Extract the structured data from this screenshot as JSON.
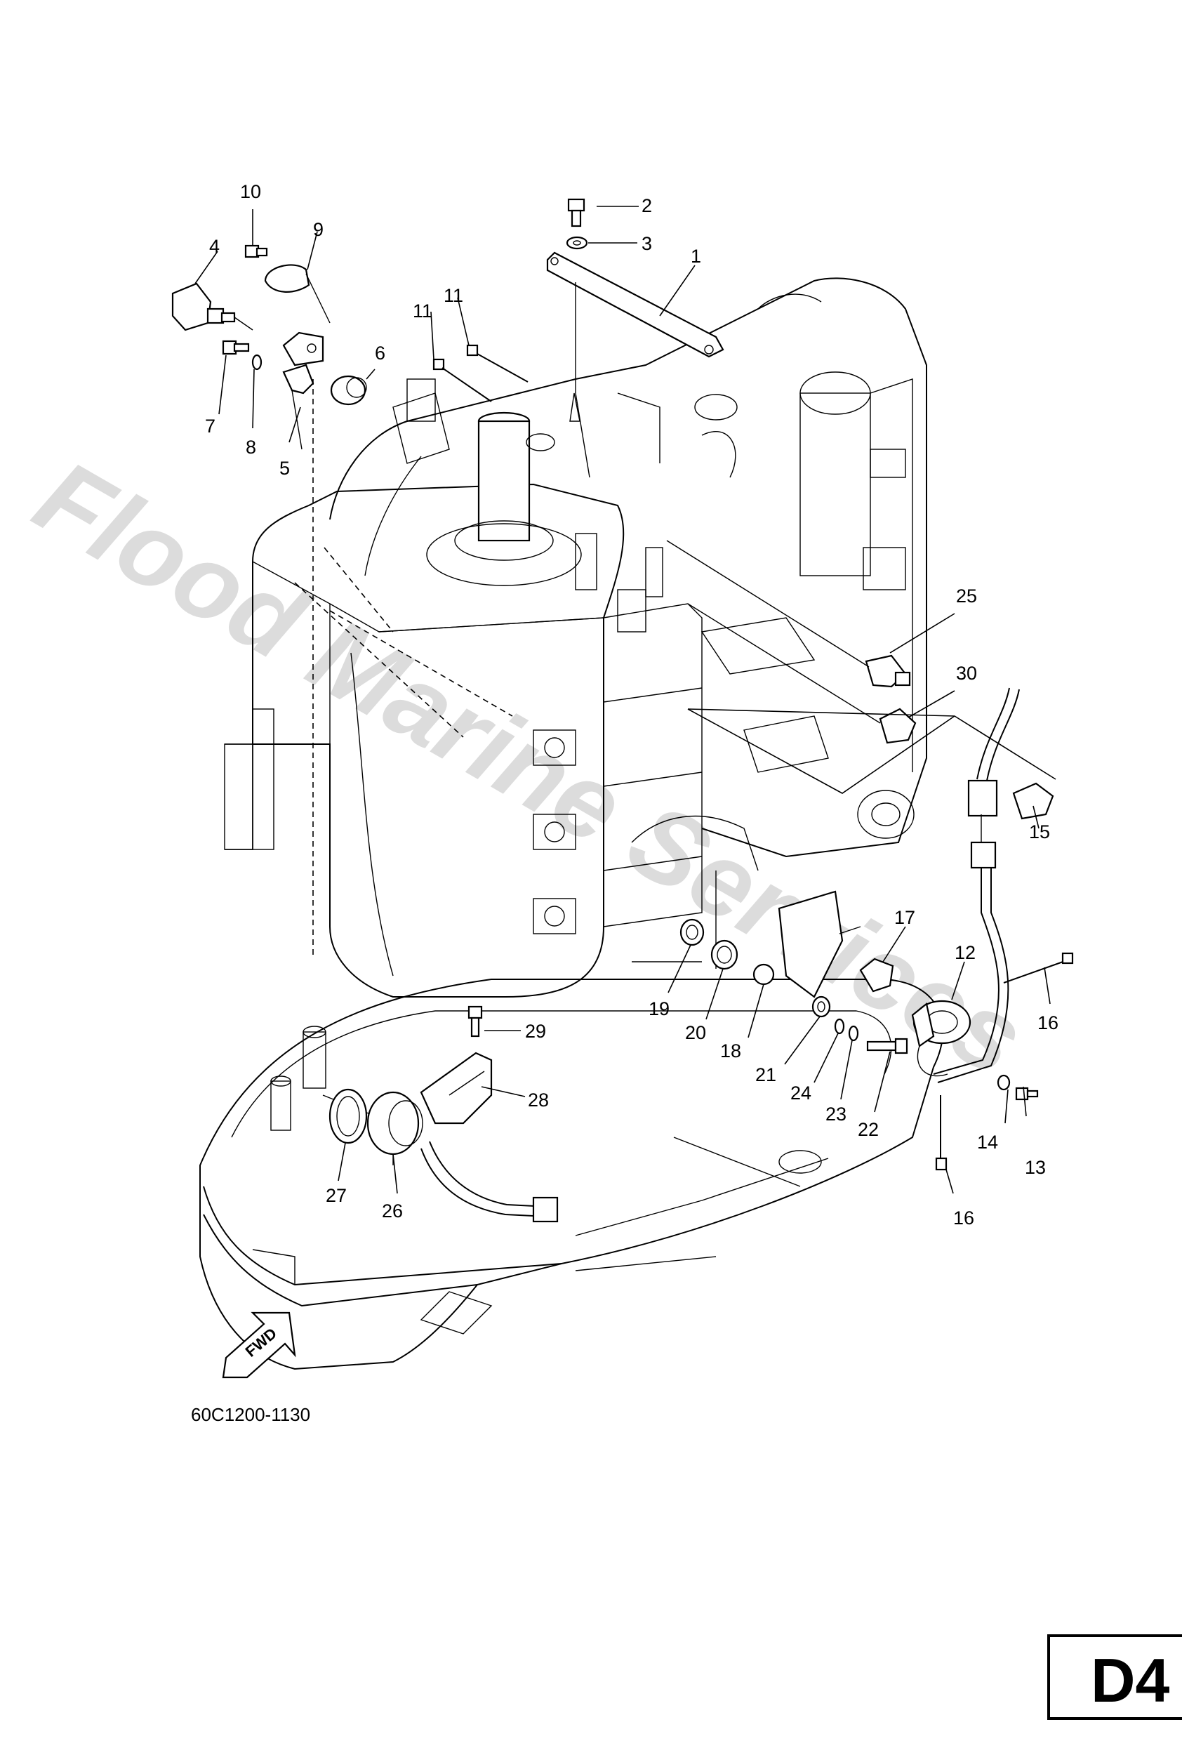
{
  "watermark": "Flood Marine Services",
  "drawing_code": "60C1200-1130",
  "page_id": "D4",
  "fwd_label": "FWD",
  "callouts": [
    "1",
    "2",
    "3",
    "4",
    "5",
    "6",
    "7",
    "8",
    "9",
    "10",
    "11",
    "11",
    "12",
    "13",
    "14",
    "15",
    "16",
    "16",
    "17",
    "18",
    "19",
    "20",
    "21",
    "22",
    "23",
    "24",
    "25",
    "26",
    "27",
    "28",
    "29",
    "30"
  ]
}
